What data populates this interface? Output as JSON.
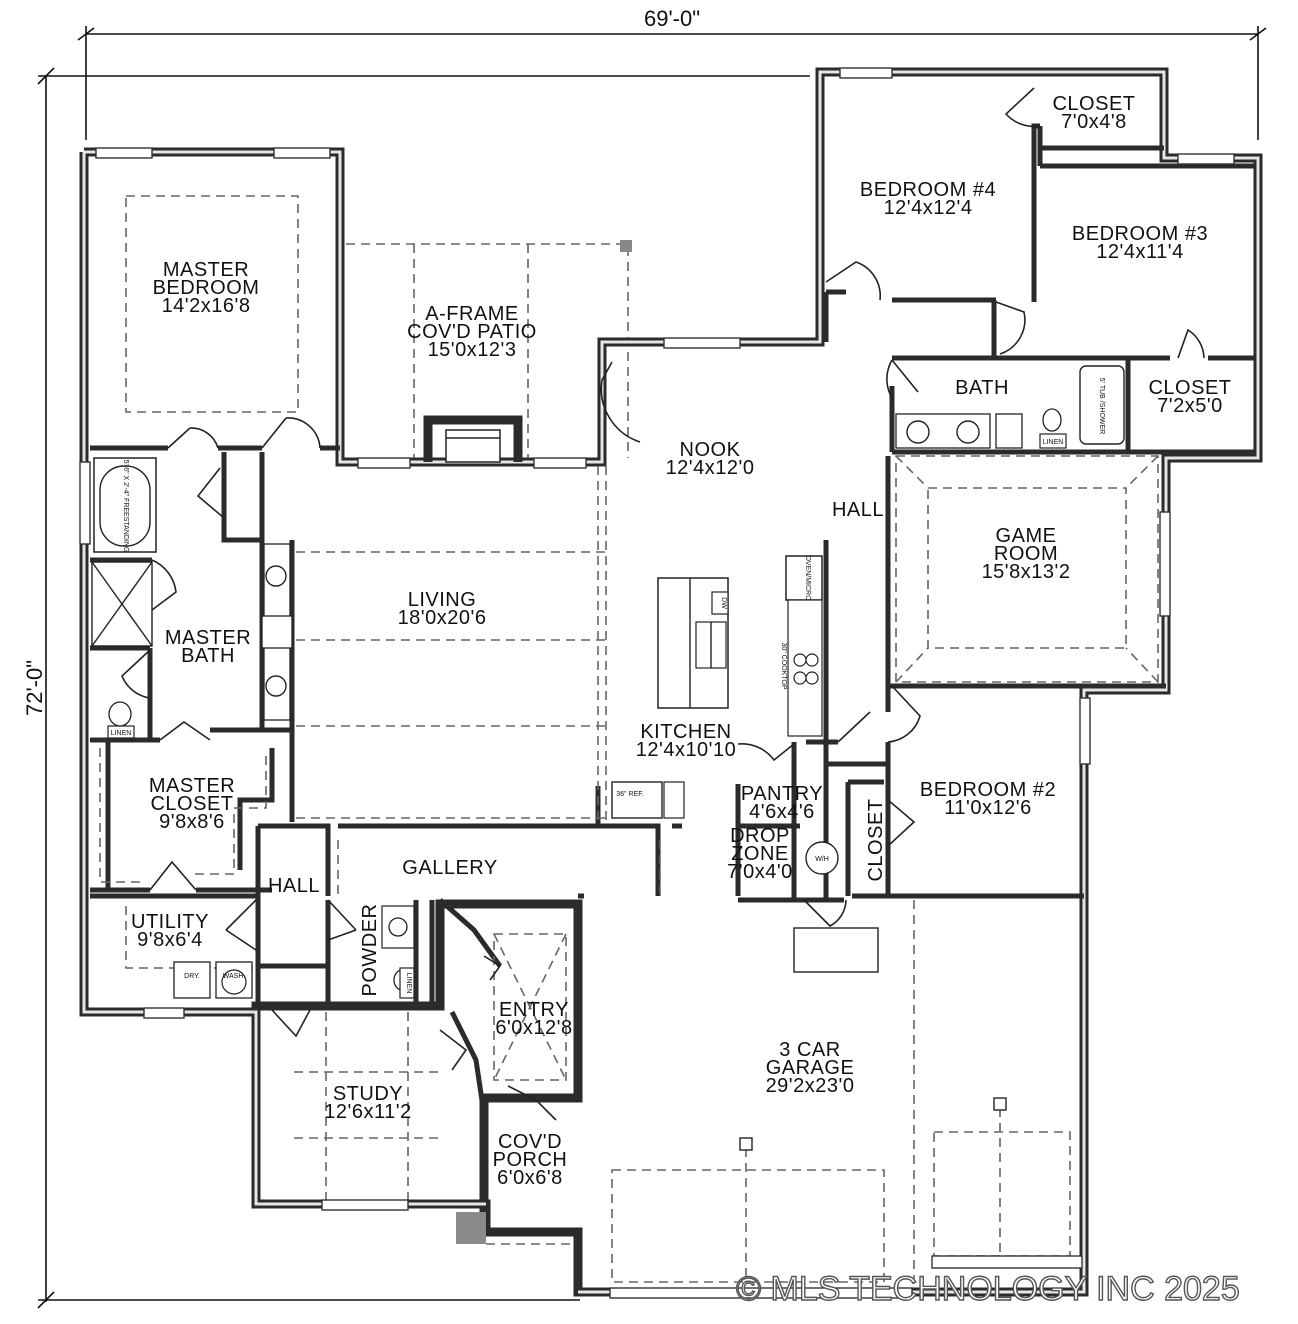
{
  "dimensions": {
    "width": "69'-0\"",
    "height": "72'-0\""
  },
  "rooms": [
    {
      "id": "master-bedroom",
      "name_lines": [
        "MASTER",
        "BEDROOM"
      ],
      "size": "14'2x16'8"
    },
    {
      "id": "patio",
      "name_lines": [
        "A-FRAME",
        "COV'D PATIO"
      ],
      "size": "15'0x12'3"
    },
    {
      "id": "nook",
      "name_lines": [
        "NOOK"
      ],
      "size": "12'4x12'0"
    },
    {
      "id": "closet-top",
      "name_lines": [
        "CLOSET"
      ],
      "size": "7'0x4'8"
    },
    {
      "id": "bedroom-4",
      "name_lines": [
        "BEDROOM #4"
      ],
      "size": "12'4x12'4"
    },
    {
      "id": "bedroom-3",
      "name_lines": [
        "BEDROOM #3"
      ],
      "size": "12'4x11'4"
    },
    {
      "id": "bath",
      "name_lines": [
        "BATH"
      ],
      "size": ""
    },
    {
      "id": "closet-br3",
      "name_lines": [
        "CLOSET"
      ],
      "size": "7'2x5'0"
    },
    {
      "id": "hall-upper",
      "name_lines": [
        "HALL"
      ],
      "size": ""
    },
    {
      "id": "game-room",
      "name_lines": [
        "GAME",
        "ROOM"
      ],
      "size": "15'8x13'2"
    },
    {
      "id": "living",
      "name_lines": [
        "LIVING"
      ],
      "size": "18'0x20'6"
    },
    {
      "id": "master-bath",
      "name_lines": [
        "MASTER",
        "BATH"
      ],
      "size": ""
    },
    {
      "id": "kitchen",
      "name_lines": [
        "KITCHEN"
      ],
      "size": "12'4x10'10"
    },
    {
      "id": "pantry",
      "name_lines": [
        "PANTRY"
      ],
      "size": "4'6x4'6"
    },
    {
      "id": "bedroom-2",
      "name_lines": [
        "BEDROOM #2"
      ],
      "size": "11'0x12'6"
    },
    {
      "id": "master-closet",
      "name_lines": [
        "MASTER",
        "CLOSET"
      ],
      "size": "9'8x8'6"
    },
    {
      "id": "gallery",
      "name_lines": [
        "GALLERY"
      ],
      "size": ""
    },
    {
      "id": "drop-zone",
      "name_lines": [
        "DROP",
        "ZONE"
      ],
      "size": "7'0x4'0"
    },
    {
      "id": "hall-lower",
      "name_lines": [
        "HALL"
      ],
      "size": ""
    },
    {
      "id": "utility",
      "name_lines": [
        "UTILITY"
      ],
      "size": "9'8x6'4"
    },
    {
      "id": "entry",
      "name_lines": [
        "ENTRY"
      ],
      "size": "6'0x12'8"
    },
    {
      "id": "garage",
      "name_lines": [
        "3 CAR",
        "GARAGE"
      ],
      "size": "29'2x23'0"
    },
    {
      "id": "study",
      "name_lines": [
        "STUDY"
      ],
      "size": "12'6x11'2"
    },
    {
      "id": "porch",
      "name_lines": [
        "COV'D",
        "PORCH"
      ],
      "size": "6'0x6'8"
    }
  ],
  "vertical_labels": {
    "closet_bed2": "CLOSET",
    "powder": "POWDER"
  },
  "fixtures": {
    "bathtub": "5'-6\" X 2'-4\" FREESTANDING",
    "linen_master": "LINEN",
    "linen_bath": "LINEN",
    "linen_powder": "LINEN",
    "tub_shower": "5' TUB /SHOWER",
    "refrigerator": "36\" REF.",
    "dishwasher": "DW",
    "cooktop": "30\" COOKTOP",
    "oven": "OVEN/MICRO",
    "water_heater": "W/H",
    "dryer": "DRY.",
    "washer": "WASH."
  },
  "watermark": "© MLS TECHNOLOGY INC 2025"
}
